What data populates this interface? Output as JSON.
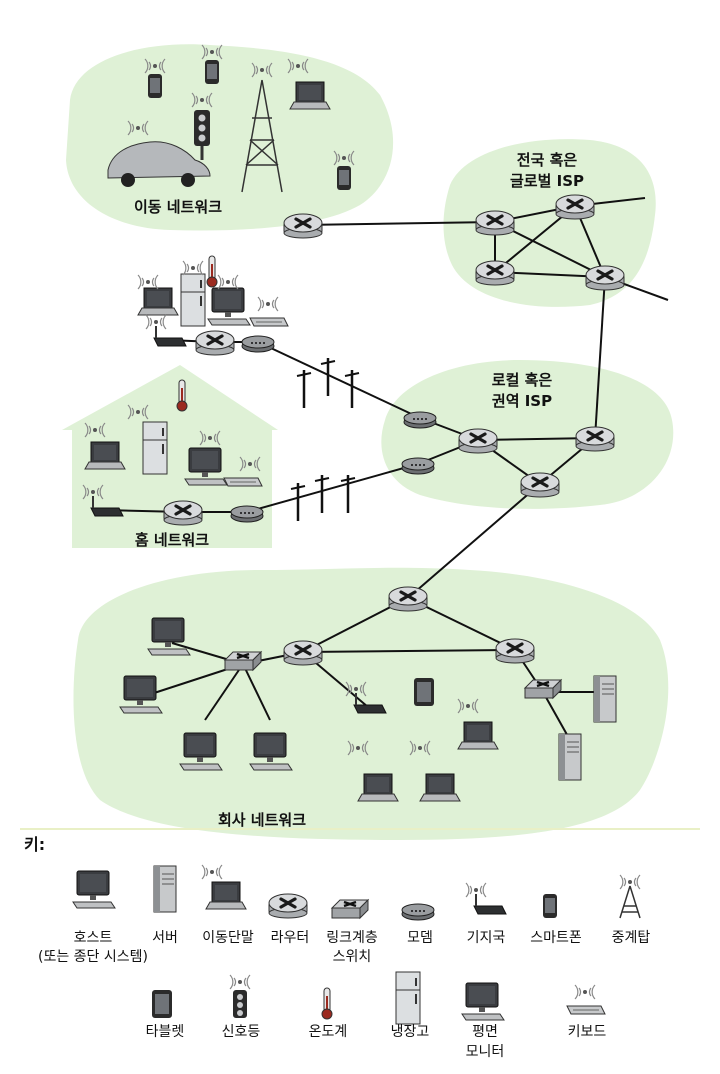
{
  "regions": {
    "mobile": "이동 네트워크",
    "global_isp_line1": "전국 혹은",
    "global_isp_line2": "글로벌 ISP",
    "local_isp_line1": "로컬 혹은",
    "local_isp_line2": "권역 ISP",
    "home": "홈 네트워크",
    "enterprise": "회사 네트워크"
  },
  "key": {
    "title": "키:",
    "row1": [
      {
        "icon": "desktop-host-icon",
        "lines": [
          "호스트",
          "(또는 종단 시스템)"
        ]
      },
      {
        "icon": "server-icon",
        "lines": [
          "서버"
        ]
      },
      {
        "icon": "mobile-laptop-icon",
        "lines": [
          "이동단말"
        ]
      },
      {
        "icon": "router-icon",
        "lines": [
          "라우터"
        ]
      },
      {
        "icon": "link-layer-switch-icon",
        "lines": [
          "링크계층",
          "스위치"
        ]
      },
      {
        "icon": "modem-icon",
        "lines": [
          "모뎀"
        ]
      },
      {
        "icon": "base-station-icon",
        "lines": [
          "기지국"
        ]
      },
      {
        "icon": "smartphone-icon",
        "lines": [
          "스마트폰"
        ]
      },
      {
        "icon": "cell-tower-icon",
        "lines": [
          "중계탑"
        ]
      }
    ],
    "row2": [
      {
        "icon": "tablet-icon",
        "lines": [
          "타블렛"
        ]
      },
      {
        "icon": "traffic-light-icon",
        "lines": [
          "신호등"
        ]
      },
      {
        "icon": "thermometer-icon",
        "lines": [
          "온도계"
        ]
      },
      {
        "icon": "refrigerator-icon",
        "lines": [
          "냉장고"
        ]
      },
      {
        "icon": "flat-monitor-icon",
        "lines": [
          "평면",
          "모니터"
        ]
      },
      {
        "icon": "keyboard-icon",
        "lines": [
          "키보드"
        ]
      }
    ]
  }
}
